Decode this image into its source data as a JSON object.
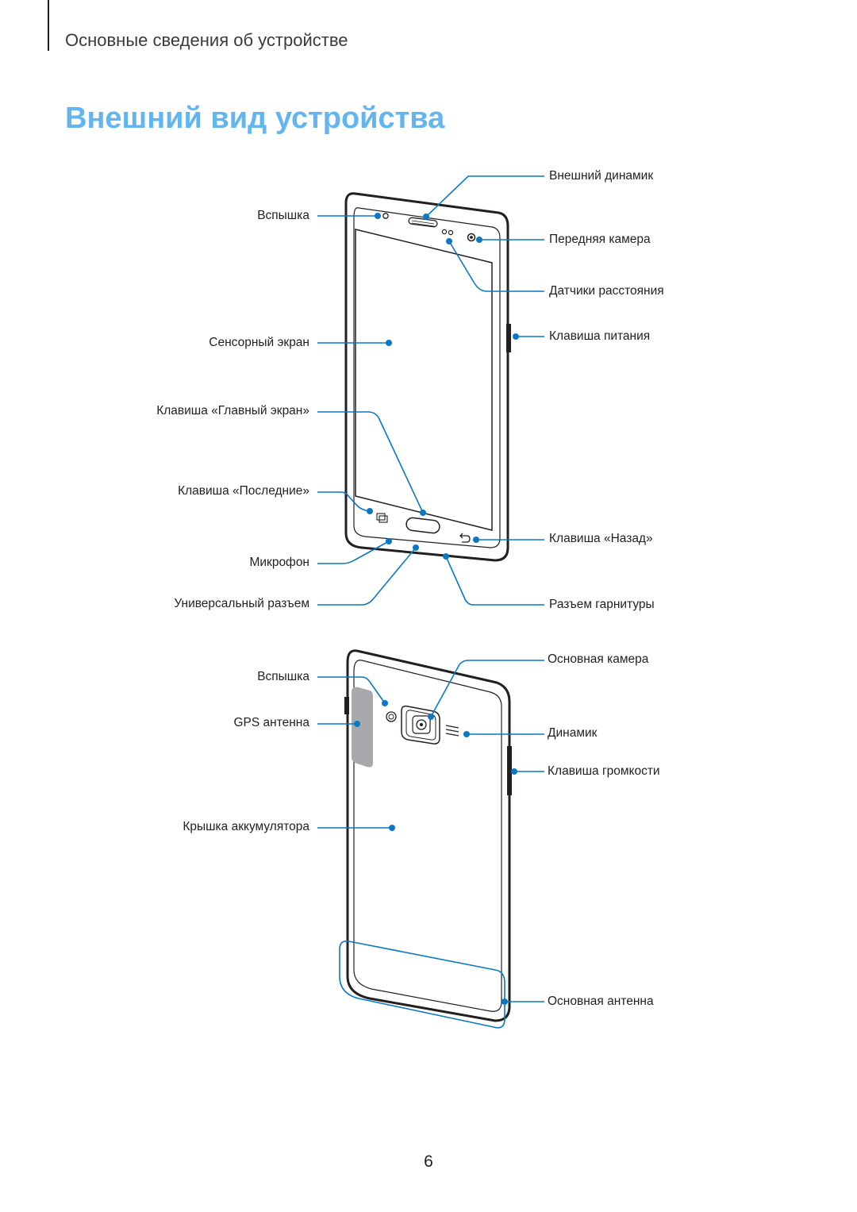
{
  "header": {
    "section_title": "Основные сведения об устройстве",
    "page_title": "Внешний вид устройства"
  },
  "colors": {
    "title_blue": "#63b5f0",
    "callout_blue": "#0b78c4",
    "outline": "#231f20",
    "gps_gray": "#a7a9ac"
  },
  "front_view": {
    "labels": {
      "external_speaker": "Внешний динамик",
      "flash": "Вспышка",
      "front_camera": "Передняя камера",
      "proximity_sensors": "Датчики расстояния",
      "touchscreen": "Сенсорный экран",
      "power_key": "Клавиша питания",
      "home_key": "Клавиша «Главный экран»",
      "recents_key": "Клавиша «Последние»",
      "back_key": "Клавиша «Назад»",
      "microphone": "Микрофон",
      "usb_port": "Универсальный разъем",
      "headset_jack": "Разъем гарнитуры"
    }
  },
  "back_view": {
    "labels": {
      "rear_camera": "Основная камера",
      "flash": "Вспышка",
      "gps_antenna": "GPS антенна",
      "speaker": "Динамик",
      "volume_key": "Клавиша громкости",
      "battery_cover": "Крышка аккумулятора",
      "main_antenna": "Основная антенна"
    }
  },
  "page_number": "6"
}
